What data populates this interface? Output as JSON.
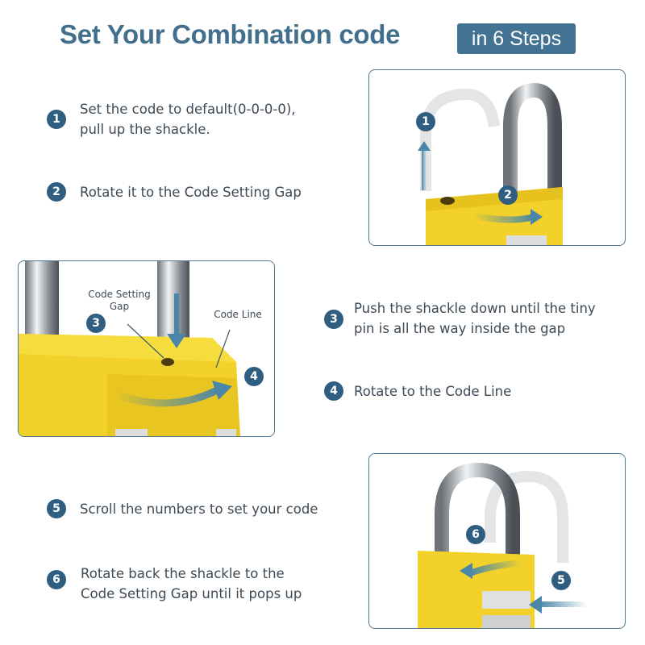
{
  "header": {
    "title": "Set Your Combination code",
    "badge": "in 6 Steps"
  },
  "steps": [
    {
      "number": "1",
      "text_lines": [
        "Set the code to default(0-0-0-0),",
        "pull up the shackle."
      ]
    },
    {
      "number": "2",
      "text_lines": [
        "Rotate it to the Code Setting Gap"
      ]
    },
    {
      "number": "3",
      "text_lines": [
        "Push the shackle down until the tiny",
        "pin is all the way inside the gap"
      ]
    },
    {
      "number": "4",
      "text_lines": [
        "Rotate to the Code Line"
      ]
    },
    {
      "number": "5",
      "text_lines": [
        "Scroll the numbers to set your code"
      ]
    },
    {
      "number": "6",
      "text_lines": [
        "Rotate back the shackle to the",
        "Code Setting Gap until it pops up"
      ]
    }
  ],
  "panel_labels": {
    "code_setting_gap": [
      "Code Setting",
      "Gap"
    ],
    "code_line": "Code Line"
  },
  "colors": {
    "title": "#426f8c",
    "badge": "#427393",
    "step_circle": "#2f5e80",
    "lock_body": "#f2d22a",
    "arrow": "#4a86a8"
  }
}
